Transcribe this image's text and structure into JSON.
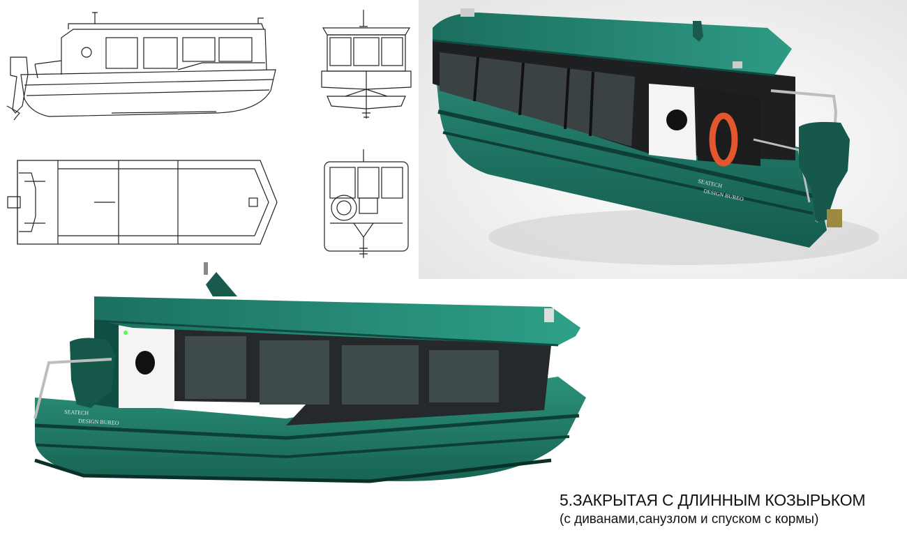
{
  "caption": {
    "title": "5.ЗАКРЫТАЯ С ДЛИННЫМ КОЗЫРЬКОМ",
    "subtitle": "(с диванами,санузлом и спуском с кормы)"
  },
  "branding": {
    "hull_text_line1": "SEATECH",
    "hull_text_line2": "DESIGN BUREO"
  },
  "views": {
    "side": "side-elevation-drawing",
    "front": "front-elevation-drawing",
    "top": "plan-view-drawing",
    "rear": "rear-plan-drawing",
    "render_top": "boat-render-rear-three-quarter",
    "render_bottom": "boat-render-front-three-quarter"
  },
  "colors": {
    "hull_green": "#1f7a68",
    "hull_dark": "#0f4f43",
    "line": "#222222",
    "glass": "#2b2f30",
    "white_panel": "#f4f4f4",
    "life_ring": "#e4572e"
  }
}
